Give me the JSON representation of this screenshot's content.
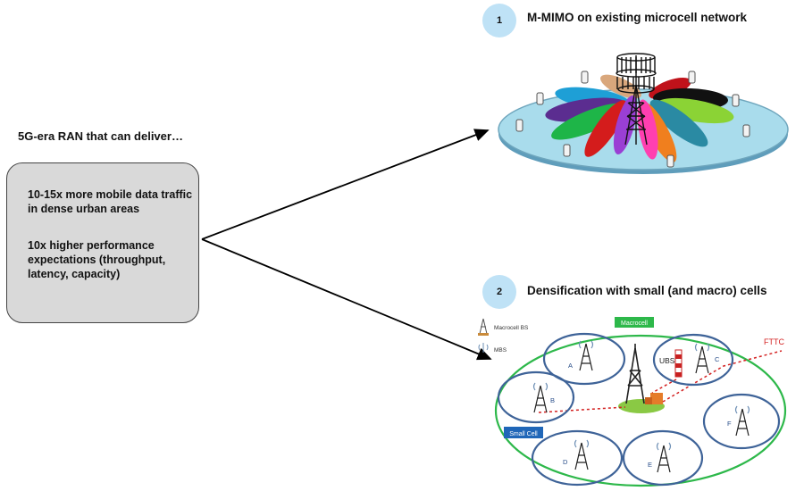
{
  "left": {
    "lead": "5G-era RAN that can deliver…",
    "bullets": [
      "10-15x more mobile data traffic in dense urban areas",
      "10x higher performance expectations (throughput, latency, capacity)"
    ]
  },
  "options": [
    {
      "number": "1",
      "title": "M-MIMO on existing microcell network"
    },
    {
      "number": "2",
      "title": "Densification with small (and macro) cells"
    }
  ],
  "diagram2": {
    "legend": [
      {
        "label": "Macrocell BS",
        "icon": "macro-tower-icon"
      },
      {
        "label": "MBS",
        "icon": "mbs-antenna-icon"
      }
    ],
    "macrocell_tag": "Macrocell",
    "small_cell_tag": "Small Cell",
    "fttc_label": "FTTC",
    "ubs_label": "UBS",
    "cells": [
      "A",
      "B",
      "C",
      "D",
      "E",
      "F"
    ]
  },
  "colors": {
    "badge": "#bfe2f6",
    "macrocell_green": "#2db84a",
    "small_cell_blue": "#1f66b8",
    "cell_ring": "#3e6398",
    "fttc_red": "#d32020"
  }
}
